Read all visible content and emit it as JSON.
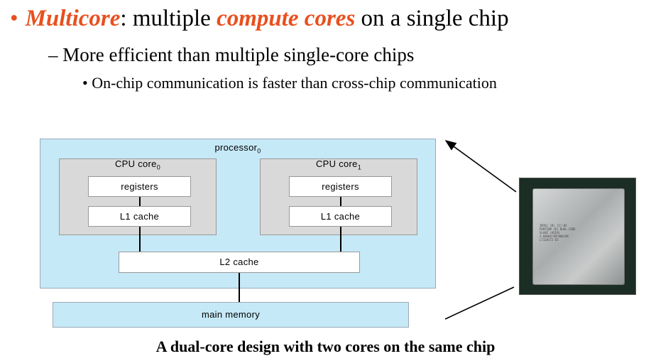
{
  "slide": {
    "bullet1": {
      "bullet": "•",
      "term": "Multicore",
      "text_a": ": multiple ",
      "emph": "compute cores",
      "text_b": " on a single chip"
    },
    "bullet2": {
      "dash": "–",
      "text": "More efficient than multiple single-core chips"
    },
    "bullet3": {
      "bullet": "•",
      "text": "On-chip communication is faster than cross-chip communication"
    },
    "caption": "A dual-core design with two cores on the same chip"
  },
  "diagram": {
    "processor": {
      "label": "processor",
      "sub": "0"
    },
    "core0": {
      "label": "CPU core",
      "sub": "0",
      "registers": "registers",
      "l1": "L1 cache"
    },
    "core1": {
      "label": "CPU core",
      "sub": "1",
      "registers": "registers",
      "l1": "L1 cache"
    },
    "l2": "L2 cache",
    "memory": "main memory"
  },
  "photo": {
    "lines": [
      "INTEL (R) (C)'05",
      "PENTIUM (R) DUAL-CORE",
      "SLA8Z (ASIA)",
      "2.60GHZ/1M/800/06",
      "L712A372 ES"
    ]
  },
  "colors": {
    "accent": "#e8501e",
    "panel": "#c6e9f7",
    "core": "#d9d9d9"
  }
}
